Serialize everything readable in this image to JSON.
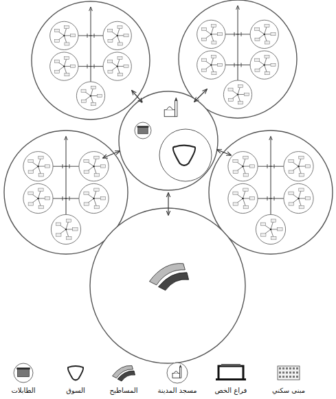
{
  "diagram": {
    "legend": [
      {
        "text": "مبنى سكني"
      },
      {
        "text": "فراغ الخص"
      },
      {
        "text": "مسجد المدينة"
      },
      {
        "text": "المساطيح"
      },
      {
        "text": "السوق"
      },
      {
        "text": "الطابلات"
      }
    ]
  }
}
